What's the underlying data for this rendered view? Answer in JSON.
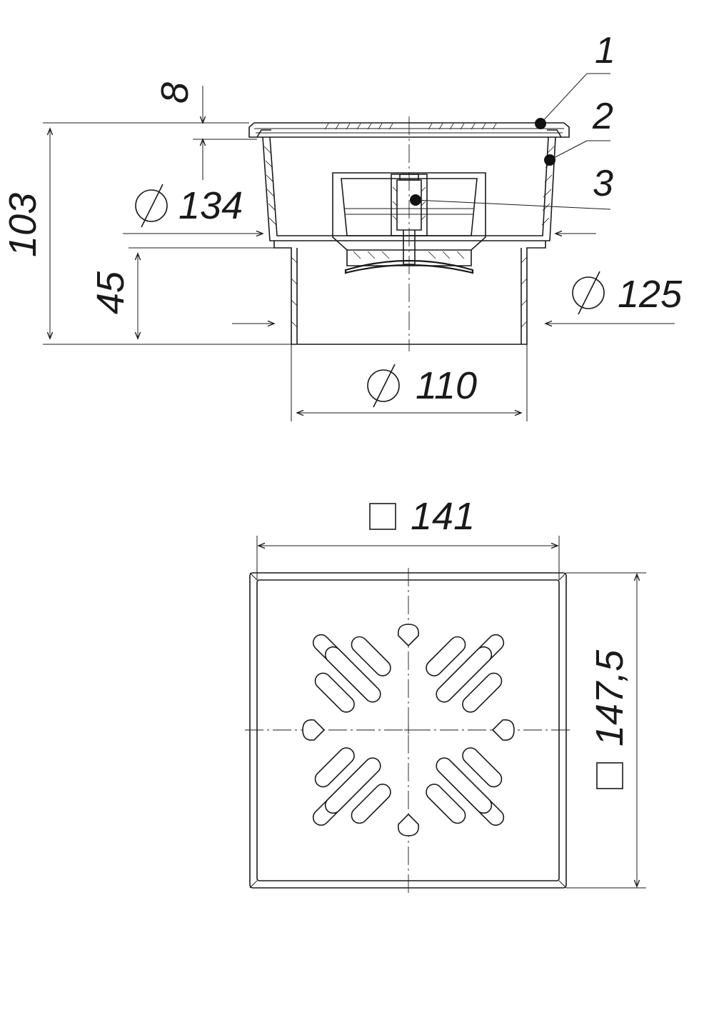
{
  "section_view": {
    "dimensions": {
      "top_flange": "8",
      "overall_height": "103",
      "body_diameter": "134",
      "outlet_height": "45",
      "outlet_outer_diameter": "125",
      "outlet_inner_diameter": "110"
    },
    "leaders": [
      "1",
      "2",
      "3"
    ]
  },
  "plan_view": {
    "dimensions": {
      "width": "141",
      "height": "147,5"
    }
  },
  "icons": {
    "diameter": "diameter-symbol-icon",
    "square": "square-symbol-icon"
  }
}
